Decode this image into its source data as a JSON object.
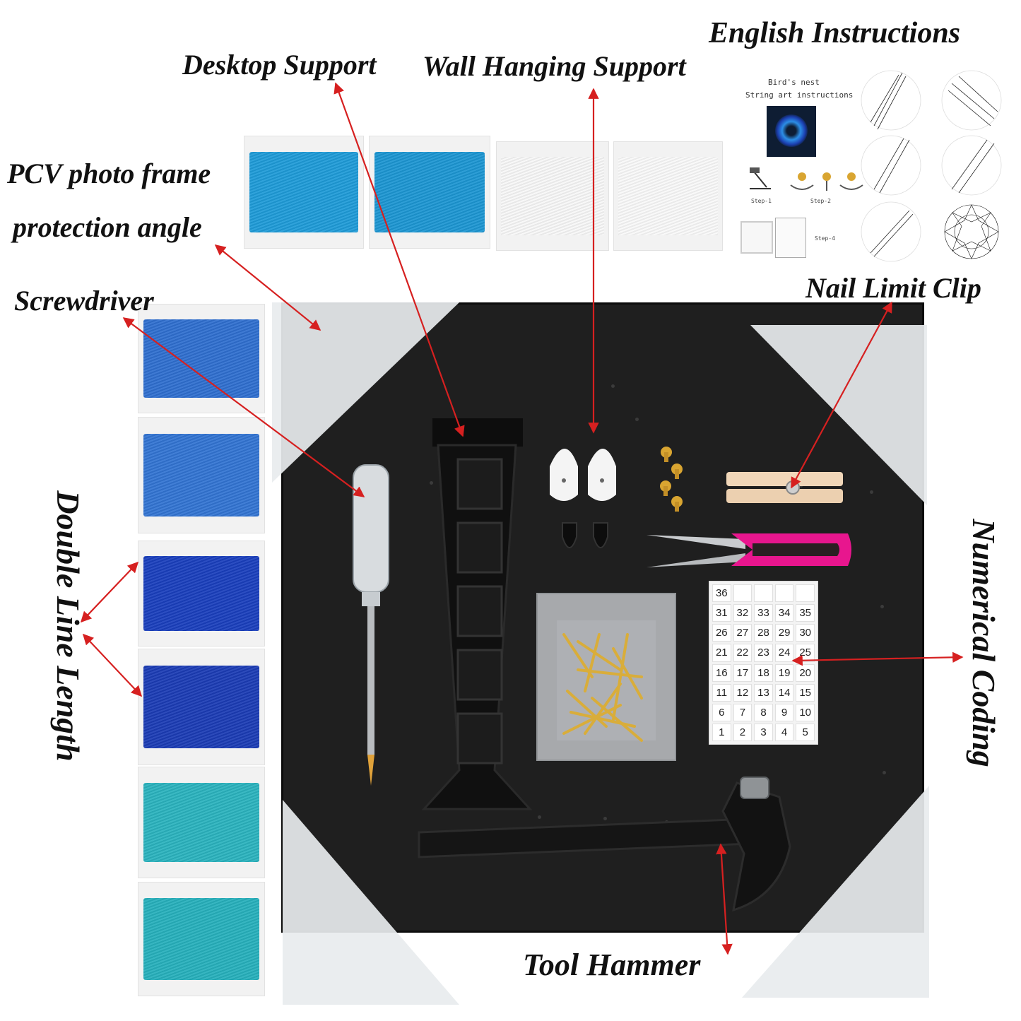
{
  "labels": {
    "english_instructions": "English Instructions",
    "desktop_support": "Desktop Support",
    "wall_hanging_support": "Wall Hanging Support",
    "pcv_frame_line1": "PCV photo frame",
    "pcv_frame_line2": "protection angle",
    "screwdriver": "Screwdriver",
    "nail_limit_clip": "Nail Limit Clip",
    "double_line_length": "Double Line Length",
    "numerical_coding": "Numerical Coding",
    "tool_hammer": "Tool Hammer"
  },
  "instructions": {
    "title_line1": "Bird's nest",
    "title_line2": "String art instructions",
    "steps": [
      "Step-1",
      "Step-2",
      "Step-4"
    ]
  },
  "numerical_coding_rows": [
    [
      "36",
      "",
      "",
      "",
      ""
    ],
    [
      "31",
      "32",
      "33",
      "34",
      "35"
    ],
    [
      "26",
      "27",
      "28",
      "29",
      "30"
    ],
    [
      "21",
      "22",
      "23",
      "24",
      "25"
    ],
    [
      "16",
      "17",
      "18",
      "19",
      "20"
    ],
    [
      "11",
      "12",
      "13",
      "14",
      "15"
    ],
    [
      "6",
      "7",
      "8",
      "9",
      "10"
    ],
    [
      "1",
      "2",
      "3",
      "4",
      "5"
    ]
  ],
  "colors": {
    "arrow": "#d62020",
    "thread_light_blue": "#1d9ad6",
    "thread_white": "#f4f4f4",
    "thread_mid_blue": "#2f6fd0",
    "thread_royal_blue": "#1a3fbf",
    "thread_teal": "#28b7be",
    "board": "#1f1f1f",
    "scissors": "#e8168e"
  }
}
